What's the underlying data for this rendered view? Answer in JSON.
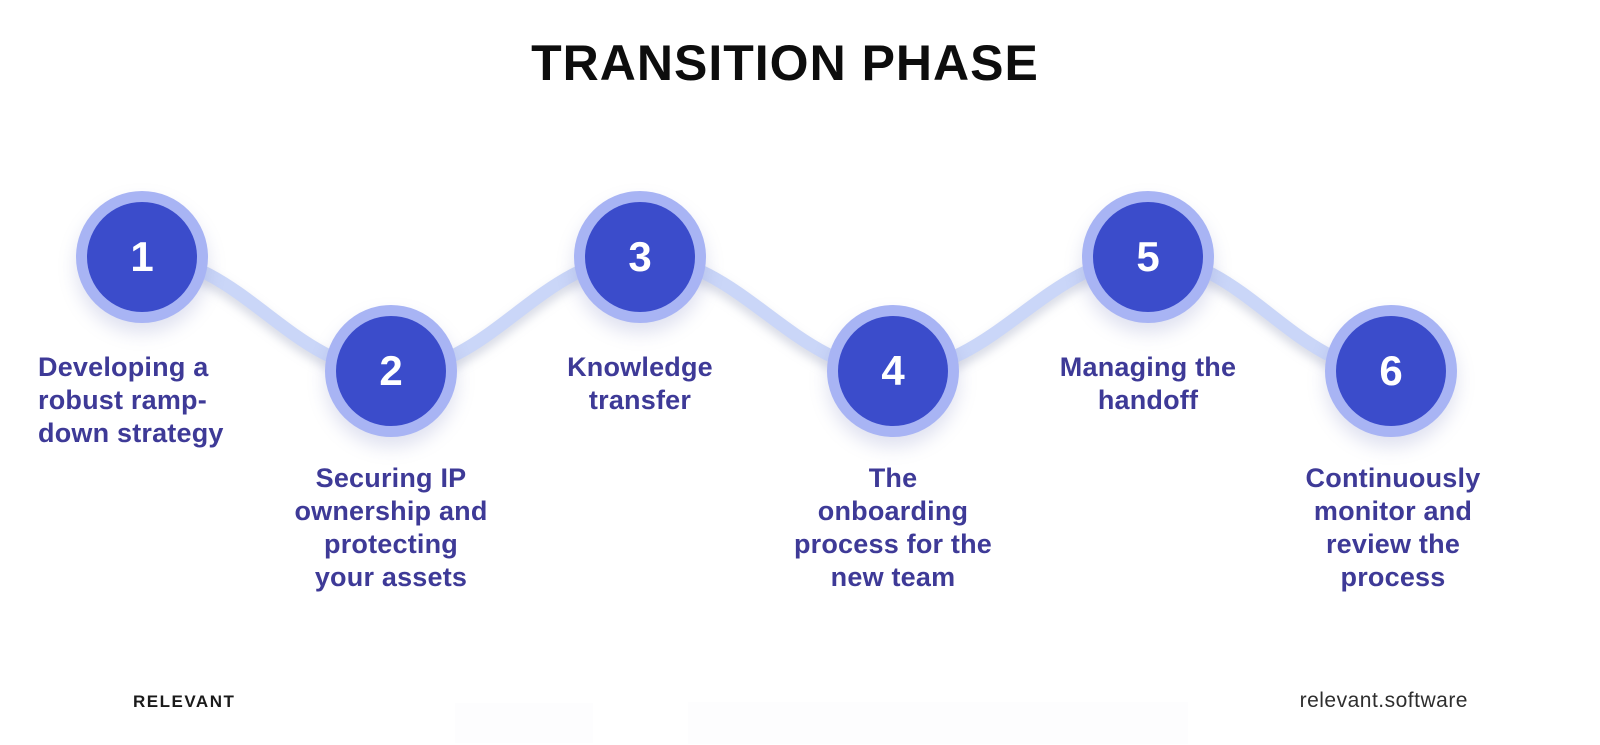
{
  "title": "TRANSITION PHASE",
  "steps": [
    {
      "number": "1",
      "label": "Developing a\nrobust ramp-\ndown strategy"
    },
    {
      "number": "2",
      "label": "Securing IP\nownership and\nprotecting\nyour assets"
    },
    {
      "number": "3",
      "label": "Knowledge\ntransfer"
    },
    {
      "number": "4",
      "label": "The\nonboarding\nprocess for the\nnew team"
    },
    {
      "number": "5",
      "label": "Managing the\nhandoff"
    },
    {
      "number": "6",
      "label": "Continuously\nmonitor and\nreview the\nprocess"
    }
  ],
  "footer": {
    "brand": "RELEVANT",
    "website": "relevant.software"
  },
  "colors": {
    "circle_fill": "#3B4CCB",
    "circle_ring": "#A8B4F4",
    "connector": "#CAD6F8",
    "label_text": "#3E3A97",
    "title_text": "#0D0D0D",
    "number_text": "#FFFFFF"
  }
}
